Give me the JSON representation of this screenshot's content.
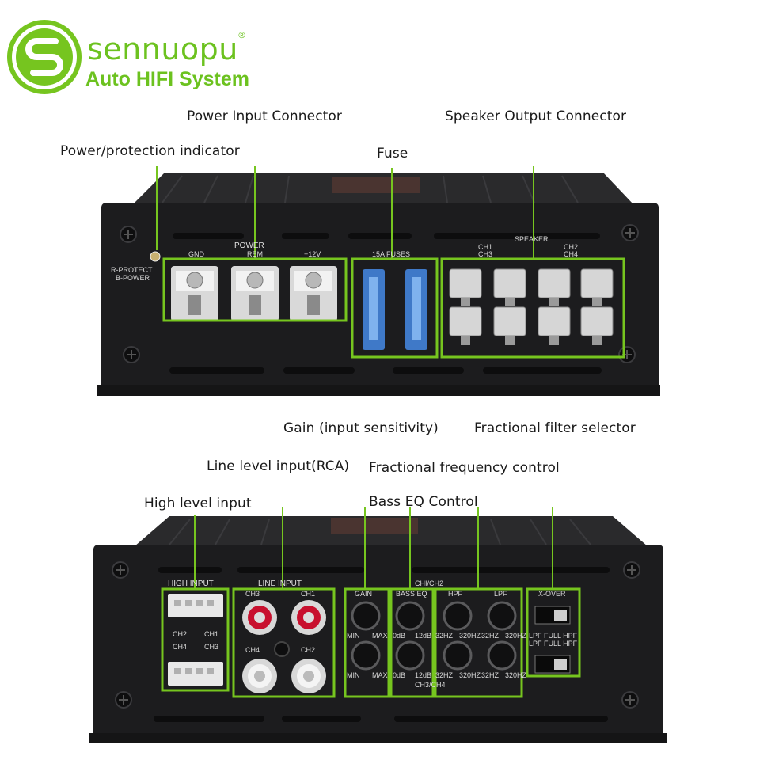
{
  "brand": {
    "name": "sennuopu",
    "registered": "®",
    "tagline": "Auto HIFI System",
    "colors": {
      "accent": "#76c51f",
      "body": "#1c1c1e"
    }
  },
  "top_panel": {
    "callouts": {
      "power_input": "Power Input Connector",
      "speaker_output": "Speaker Output Connector",
      "power_indicator": "Power/protection indicator",
      "fuse": "Fuse"
    },
    "silkscreen": {
      "power": "POWER",
      "gnd": "GND",
      "rem": "REM",
      "plus12v": "+12V",
      "fuses": "15A FUSES",
      "speaker": "SPEAKER",
      "ch1": "CH1",
      "ch3": "CH3",
      "ch2": "CH2",
      "ch4": "CH4",
      "r_protect": "R-PROTECT",
      "b_power": "B-POWER"
    }
  },
  "bottom_panel": {
    "callouts": {
      "gain": "Gain (input sensitivity)",
      "filter_selector": "Fractional filter selector",
      "line_input": "Line level input(RCA)",
      "freq_control": "Fractional frequency control",
      "bass_eq": "Bass EQ Control",
      "high_input": "High level input"
    },
    "silkscreen": {
      "high_input": "HIGH INPUT",
      "line_input": "LINE INPUT",
      "ch12": "CHI/CH2",
      "ch34": "CH3/CH4",
      "ch3": "CH3",
      "ch1": "CH1",
      "ch4": "CH4",
      "ch2": "CH2",
      "gain": "GAIN",
      "bass_eq": "BASS EQ",
      "hpf": "HPF",
      "lpf": "LPF",
      "xover": "X-OVER",
      "min": "MIN",
      "max": "MAX",
      "db0": "0dB",
      "db12": "12dB",
      "hz32": "32HZ",
      "hz320": "320HZ",
      "lpf_full_hpf": "LPF  FULL  HPF",
      "hl_ch2": "CH2",
      "hl_ch1": "CH1",
      "hl_ch4": "CH4",
      "hl_ch3": "CH3"
    }
  }
}
